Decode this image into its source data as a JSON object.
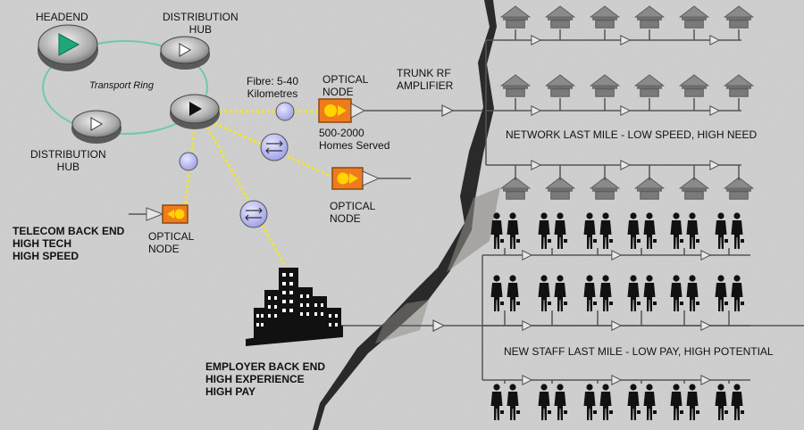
{
  "labels": {
    "headend": "HEADEND",
    "distribution_hub_top": "DISTRIBUTION\nHUB",
    "transport_ring": "Transport Ring",
    "distribution_hub_left": "DISTRIBUTION\nHUB",
    "fibre": "Fibre: 5-40\nKilometres",
    "optical_node_main": "OPTICAL\nNODE",
    "trunk_rf_amplifier": "TRUNK RF\nAMPLIFIER",
    "homes_served": "500-2000\nHomes Served",
    "optical_node_mid": "OPTICAL\nNODE",
    "optical_node_left": "OPTICAL\nNODE",
    "telecom_back_end": "TELECOM BACK END\nHIGH TECH\nHIGH SPEED",
    "employer_back_end": "EMPLOYER BACK END\nHIGH EXPERIENCE\nHIGH PAY",
    "network_last_mile": "NETWORK LAST MILE - LOW SPEED, HIGH NEED",
    "new_staff_last_mile": "NEW STAFF LAST MILE - LOW PAY, HIGH POTENTIAL"
  },
  "colors": {
    "background": "#cfd0cf",
    "ring": "#6fc8b0",
    "fibre": "#f2e52a",
    "line": "#555555",
    "headend_play": "#1fa779",
    "node_orange": "#f07b1d",
    "node_yellow": "#ffd400",
    "splice": "#b7b8ef",
    "house": "#8a8a8a",
    "crack": "#2a2a2a"
  },
  "icons": {
    "headend": "play-icon",
    "hub": "play-outline-icon",
    "optical_node": "optical-node-icon",
    "splice": "fibre-splice-icon",
    "amplifier": "amplifier-triangle-icon",
    "house": "house-icon",
    "person": "person-icon",
    "building": "office-building-icon"
  }
}
